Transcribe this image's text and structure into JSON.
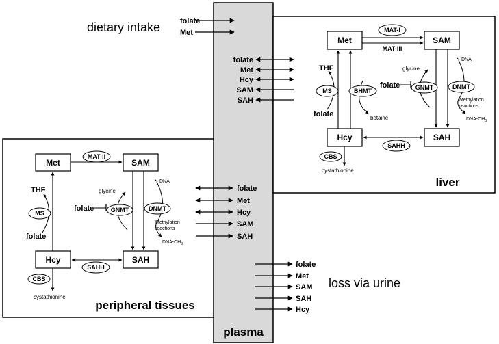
{
  "dietary": {
    "caption": "dietary intake",
    "items": [
      "folate",
      "Met"
    ]
  },
  "plasma": {
    "title": "plasma",
    "liver_exchange": [
      "folate",
      "Met",
      "Hcy",
      "SAM",
      "SAH"
    ],
    "peripheral_exchange": [
      "folate",
      "Met",
      "Hcy",
      "SAM",
      "SAH"
    ],
    "urine_items": [
      "folate",
      "Met",
      "SAM",
      "SAH",
      "Hcy"
    ]
  },
  "urine": {
    "caption": "loss via urine"
  },
  "liver": {
    "title": "liver",
    "met": "Met",
    "sam": "SAM",
    "sah": "SAH",
    "hcy": "Hcy",
    "mat1": "MAT-I",
    "mat3": "MAT-III",
    "thf": "THF",
    "ms": "MS",
    "folate_ms": "folate",
    "bhmt": "BHMT",
    "betaine": "betaine",
    "glycine": "glycine",
    "folate_gnmt": "folate",
    "gnmt": "GNMT",
    "dna": "DNA",
    "dnmt": "DNMT",
    "methylation": [
      "Methylation",
      "reactions"
    ],
    "dna_ch3": "DNA-CH",
    "dna_ch3_sub": "3",
    "sahh": "SAHH",
    "cbs": "CBS",
    "cystathionine": "cystathionine"
  },
  "peripheral": {
    "title": "peripheral tissues",
    "met": "Met",
    "sam": "SAM",
    "sah": "SAH",
    "hcy": "Hcy",
    "mat2": "MAT-II",
    "thf": "THF",
    "ms": "MS",
    "folate_ms": "folate",
    "glycine": "glycine",
    "folate_gnmt": "folate",
    "gnmt": "GNMT",
    "dna": "DNA",
    "dnmt": "DNMT",
    "methylation": [
      "Methylation",
      "reactions"
    ],
    "dna_ch3": "DNA-CH",
    "dna_ch3_sub": "3",
    "sahh": "SAHH",
    "cbs": "CBS",
    "cystathionine": "cystathionine"
  }
}
